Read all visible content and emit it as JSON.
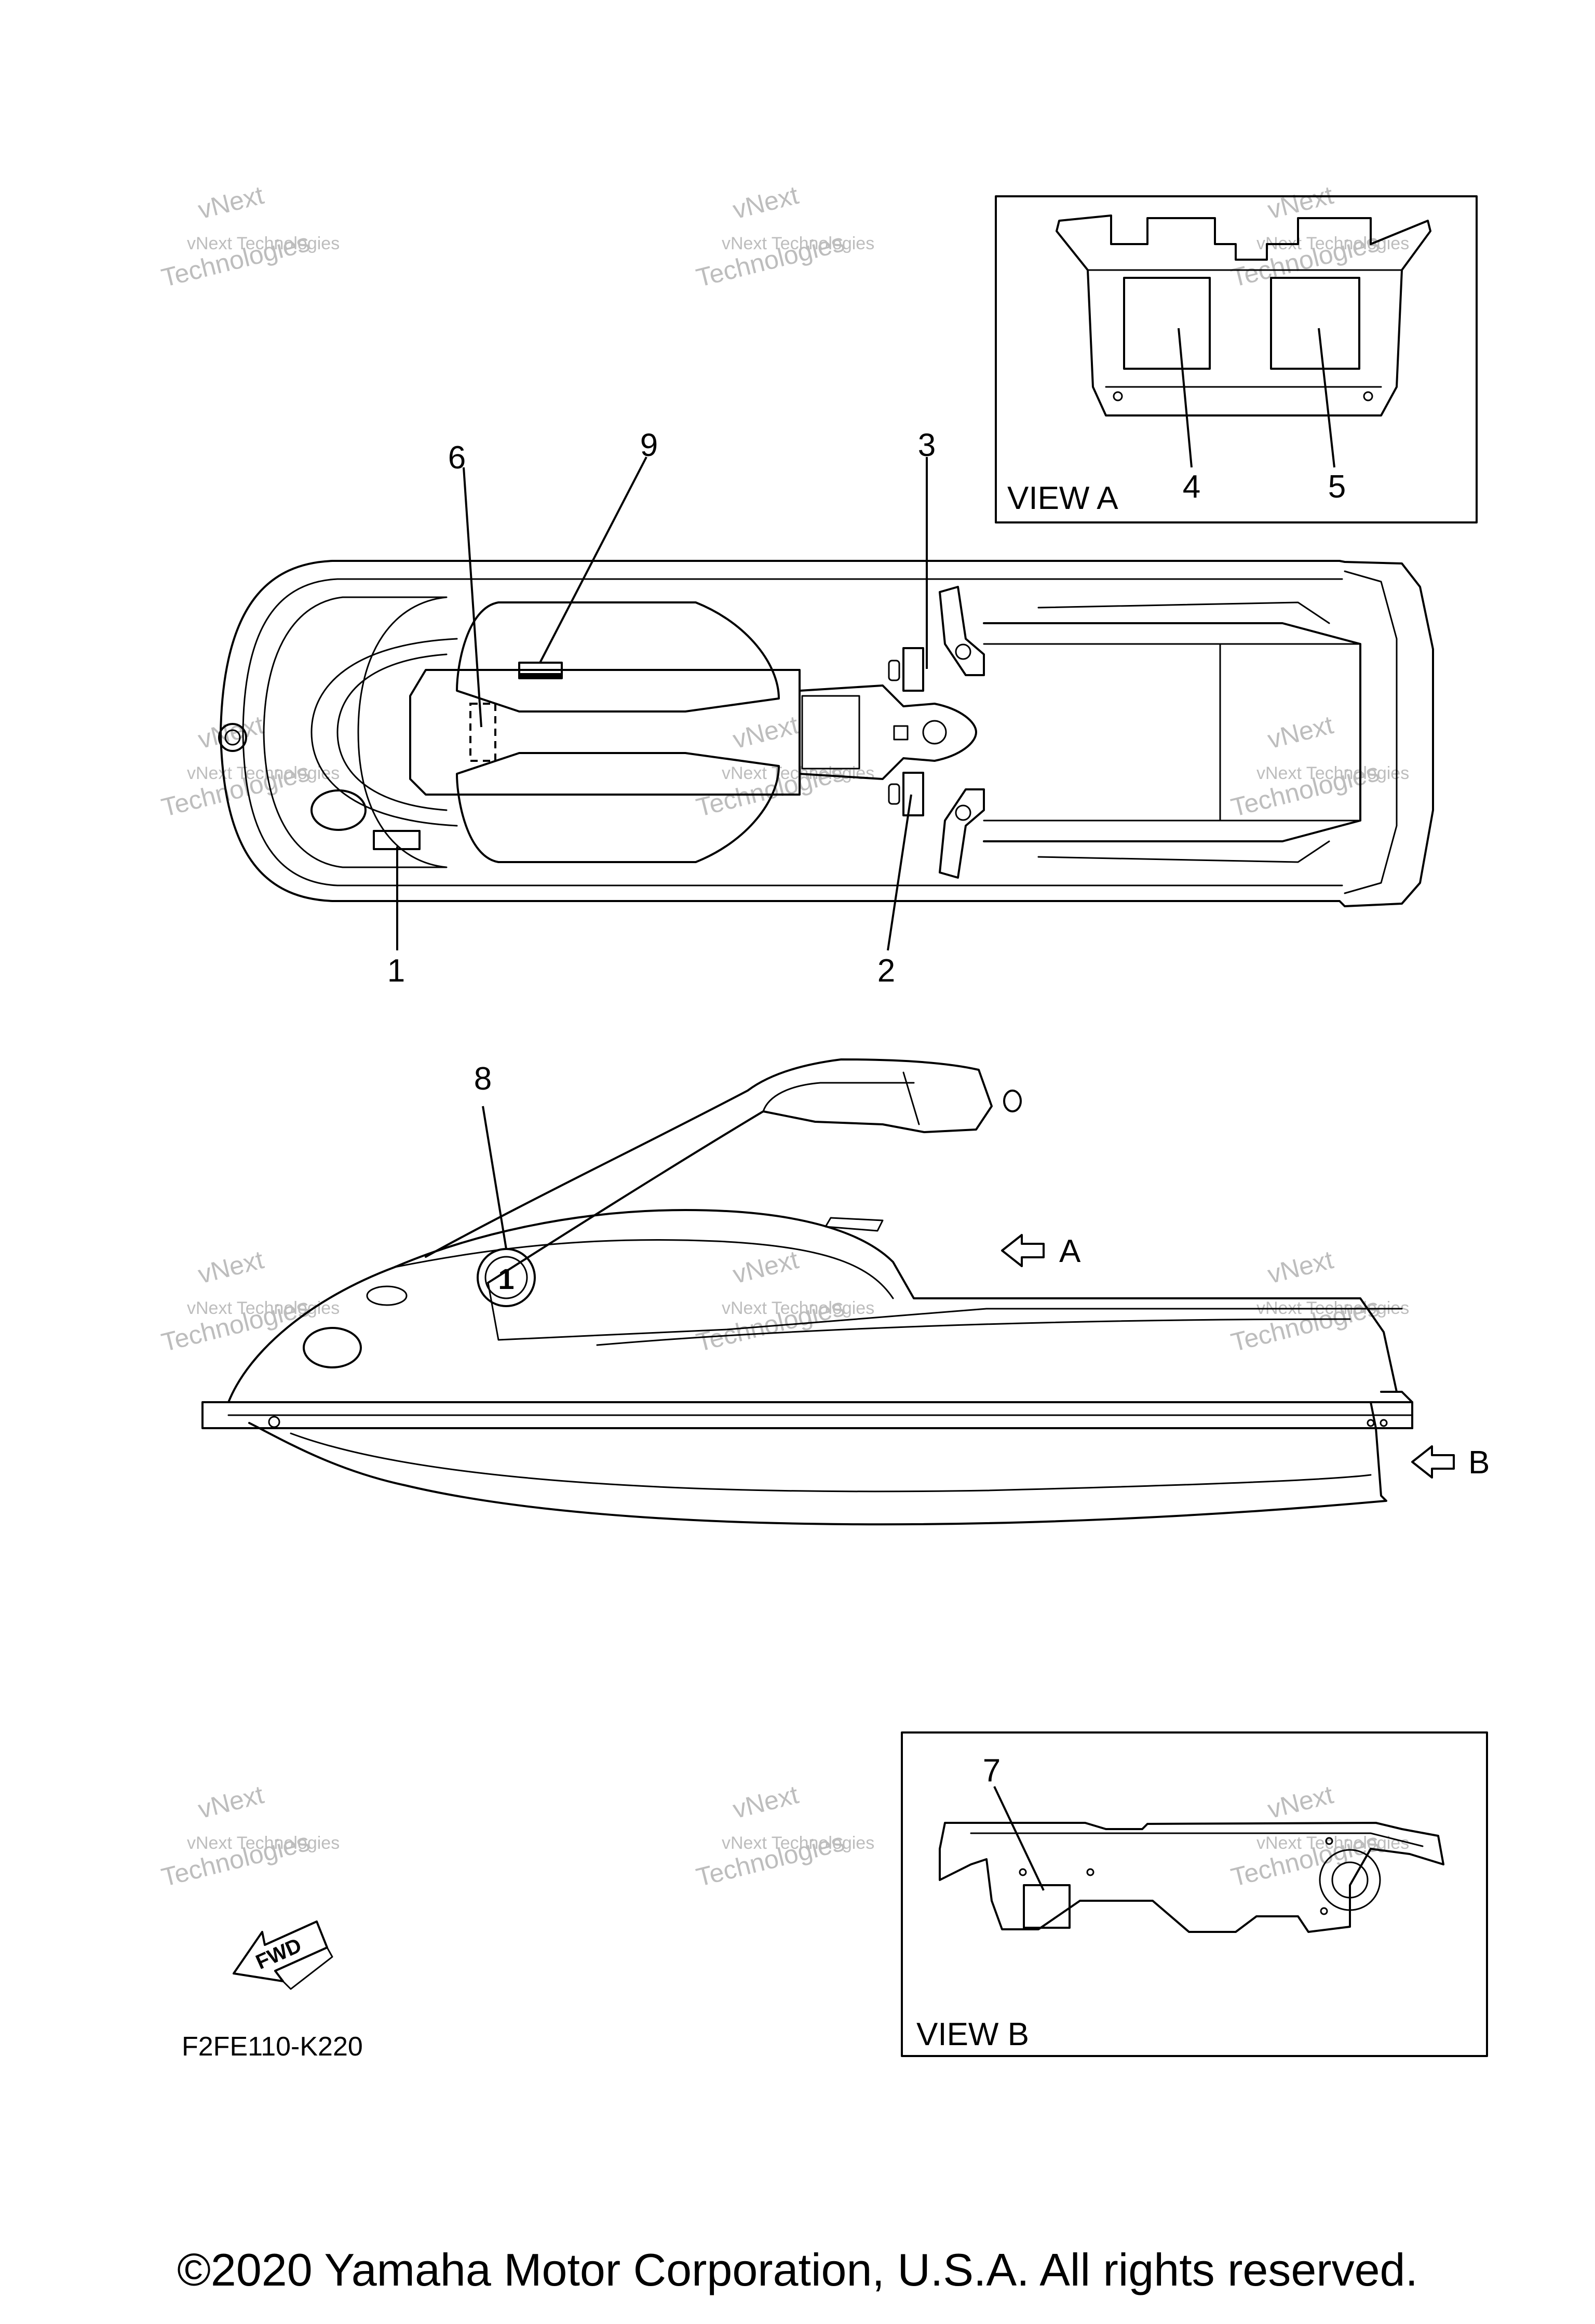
{
  "callouts": [
    "1",
    "2",
    "3",
    "4",
    "5",
    "6",
    "7",
    "8",
    "9"
  ],
  "view_a_label": "VIEW A",
  "view_b_label": "VIEW B",
  "arrow_a_label": "A",
  "arrow_b_label": "B",
  "fwd_label": "FWD",
  "sticker_number": "1",
  "part_code": "F2FE110-K220",
  "watermark": {
    "line1": "vNext Technologies",
    "line2": "vNext",
    "line3": "Technologies"
  },
  "copyright": "©2020 Yamaha Motor Corporation, U.S.A. All rights reserved."
}
